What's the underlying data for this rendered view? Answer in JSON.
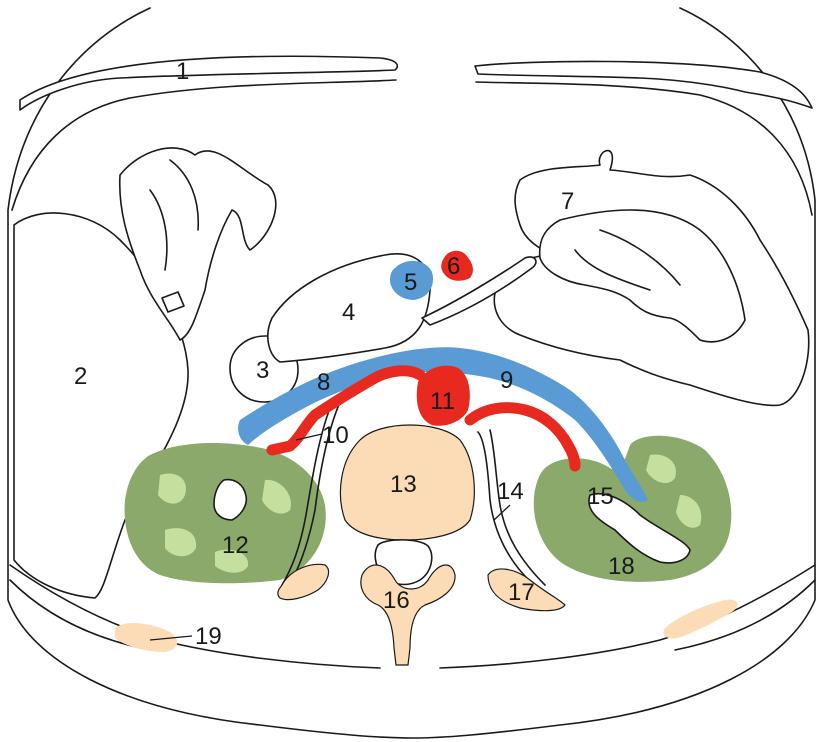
{
  "labels": {
    "l1": "1",
    "l2": "2",
    "l3": "3",
    "l4": "4",
    "l5": "5",
    "l6": "6",
    "l7": "7",
    "l8": "8",
    "l9": "9",
    "l10": "10",
    "l11": "11",
    "l12": "12",
    "l13": "13",
    "l14": "14",
    "l15": "15",
    "l16": "16",
    "l17": "17",
    "l18": "18",
    "l19": "19"
  },
  "colors": {
    "vein": "#5b9bd5",
    "artery": "#e8291f",
    "kidney": "#8aa96b",
    "kidney_light": "#c4df9e",
    "bone": "#fbdcb7",
    "outline": "#1a1a1a"
  }
}
